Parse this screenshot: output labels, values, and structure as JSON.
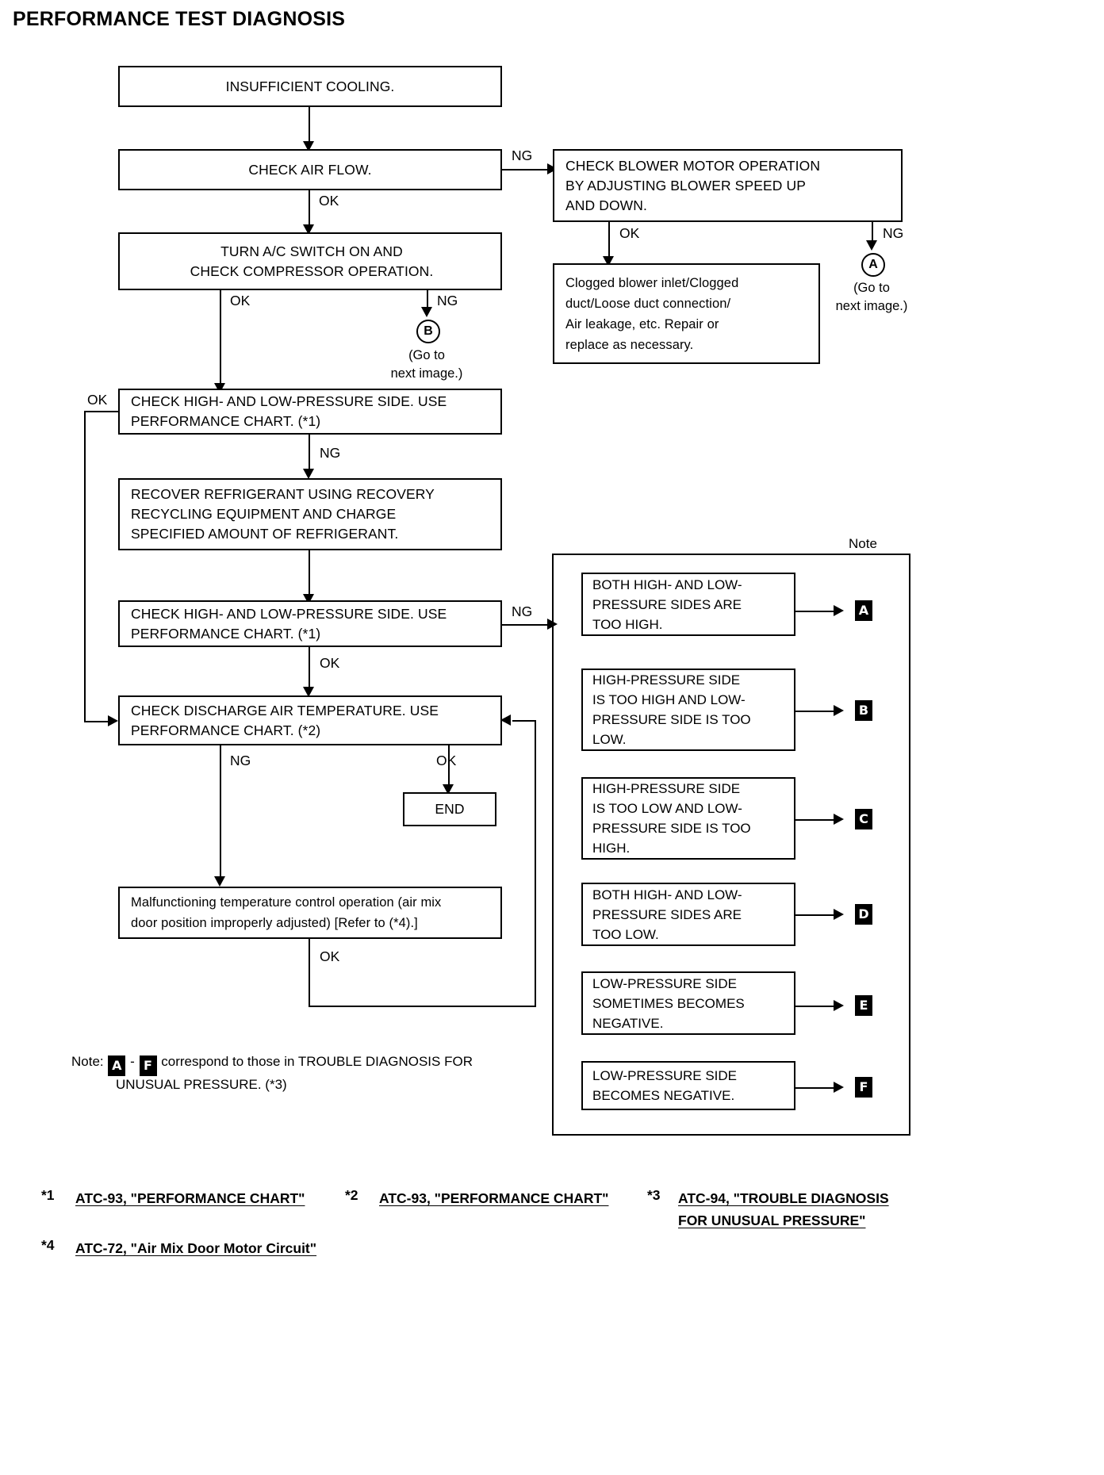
{
  "title": "PERFORMANCE TEST DIAGNOSIS",
  "flow": {
    "insufficient_cooling": "INSUFFICIENT COOLING.",
    "check_air_flow": "CHECK AIR FLOW.",
    "turn_ac_switch": "TURN A/C SWITCH ON AND\nCHECK COMPRESSOR OPERATION.",
    "check_pressure_1": "CHECK HIGH- AND LOW-PRESSURE SIDE. USE\nPERFORMANCE CHART. (*1)",
    "recover_refrigerant": "RECOVER REFRIGERANT USING RECOVERY\nRECYCLING EQUIPMENT AND CHARGE\nSPECIFIED AMOUNT OF REFRIGERANT.",
    "check_pressure_2": "CHECK HIGH- AND LOW-PRESSURE SIDE. USE\nPERFORMANCE CHART. (*1)",
    "check_discharge_temp": "CHECK DISCHARGE AIR TEMPERATURE. USE\nPERFORMANCE CHART. (*2)",
    "end": "END",
    "malfunction_temp": "Malfunctioning temperature control operation (air mix\ndoor position improperly adjusted) [Refer to (*4).]",
    "check_blower_motor": "CHECK BLOWER MOTOR OPERATION\nBY ADJUSTING BLOWER SPEED UP\nAND DOWN.",
    "clogged_blower": "Clogged blower inlet/Clogged\nduct/Loose duct connection/\nAir leakage, etc. Repair or\nreplace as necessary."
  },
  "edge_labels": {
    "air_flow_ng": "NG",
    "air_flow_ok": "OK",
    "compressor_ok": "OK",
    "compressor_ng": "NG",
    "pressure1_ok": "OK",
    "pressure1_ng": "NG",
    "pressure2_ng": "NG",
    "pressure2_ok": "OK",
    "discharge_ng": "NG",
    "discharge_ok": "OK",
    "malfunction_ok": "OK",
    "blower_ok": "OK",
    "blower_ng": "NG"
  },
  "connectors": {
    "marker_a": "A",
    "marker_b": "B",
    "goto_next_a": "(Go to\nnext image.)",
    "goto_next_b": "(Go to\nnext image.)"
  },
  "note_panel": {
    "label": "Note",
    "rows": [
      {
        "text": "BOTH HIGH- AND LOW-\nPRESSURE SIDES ARE\nTOO HIGH.",
        "badge": "A"
      },
      {
        "text": "HIGH-PRESSURE SIDE\nIS TOO HIGH AND LOW-\nPRESSURE SIDE IS TOO\nLOW.",
        "badge": "B"
      },
      {
        "text": "HIGH-PRESSURE SIDE\nIS TOO LOW AND LOW-\nPRESSURE SIDE IS TOO\nHIGH.",
        "badge": "C"
      },
      {
        "text": "BOTH HIGH- AND LOW-\nPRESSURE SIDES ARE\nTOO LOW.",
        "badge": "D"
      },
      {
        "text": "LOW-PRESSURE SIDE\nSOMETIMES BECOMES\nNEGATIVE.",
        "badge": "E"
      },
      {
        "text": "LOW-PRESSURE SIDE\nBECOMES NEGATIVE.",
        "badge": "F"
      }
    ]
  },
  "bottom_note": {
    "prefix": "Note:",
    "from_badge": "A",
    "dash": "-",
    "to_badge": "F",
    "line1": "correspond to those in TROUBLE DIAGNOSIS FOR",
    "line2": "UNUSUAL PRESSURE. (*3)"
  },
  "footnotes": [
    {
      "num": "*1",
      "link": "ATC-93, \"PERFORMANCE CHART\""
    },
    {
      "num": "*2",
      "link": "ATC-93, \"PERFORMANCE CHART\""
    },
    {
      "num": "*3",
      "link": "ATC-94, \"TROUBLE DIAGNOSIS\nFOR UNUSUAL PRESSURE\""
    },
    {
      "num": "*4",
      "link": "ATC-72, \"Air Mix Door Motor Circuit\""
    }
  ]
}
